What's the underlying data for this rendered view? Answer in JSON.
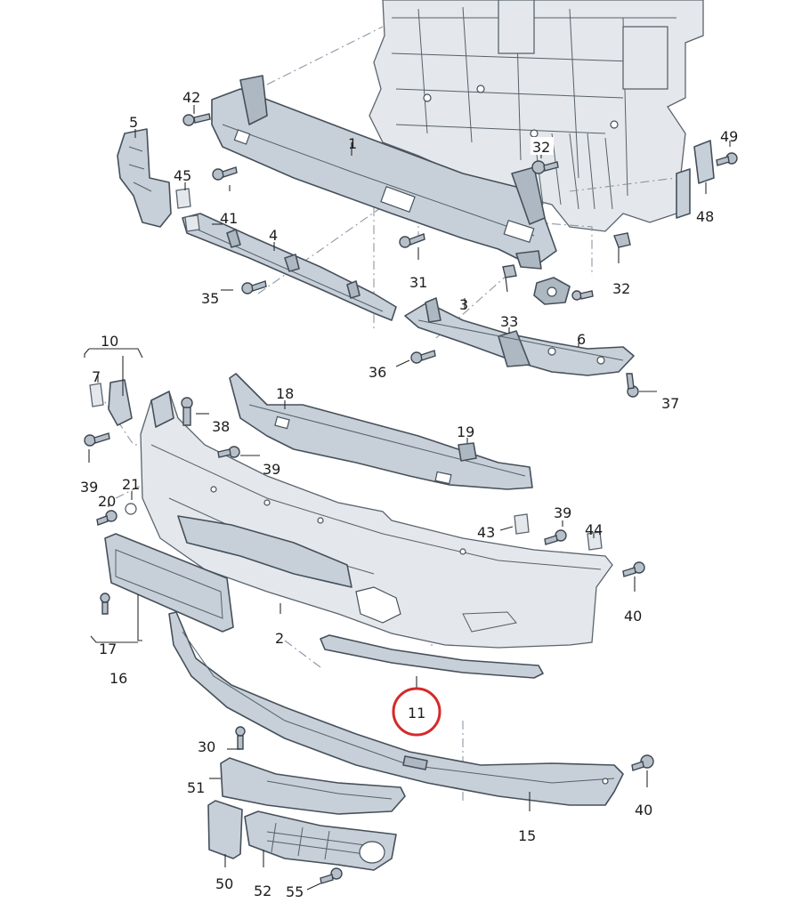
{
  "callouts": {
    "c1": "1",
    "c2": "2",
    "c3": "3",
    "c4": "4",
    "c5": "5",
    "c6": "6",
    "c7": "7",
    "c10": "10",
    "c11": "11",
    "c15": "15",
    "c16": "16",
    "c17": "17",
    "c18": "18",
    "c19": "19",
    "c20": "20",
    "c21": "21",
    "c30": "30",
    "c31": "31",
    "c32a": "32",
    "c32b": "32",
    "c33": "33",
    "c35": "35",
    "c36": "36",
    "c37": "37",
    "c38": "38",
    "c39a": "39",
    "c39b": "39",
    "c39c": "39",
    "c40a": "40",
    "c40b": "40",
    "c41": "41",
    "c42": "42",
    "c43": "43",
    "c44": "44",
    "c45": "45",
    "c48": "48",
    "c49": "49",
    "c50": "50",
    "c51": "51",
    "c52": "52",
    "c55": "55"
  },
  "highlight": {
    "color": "#d42a2a",
    "target": "11"
  },
  "colors": {
    "part_fill": "#c7d0d8",
    "line": "#46505a",
    "guide": "#8c98a4"
  }
}
